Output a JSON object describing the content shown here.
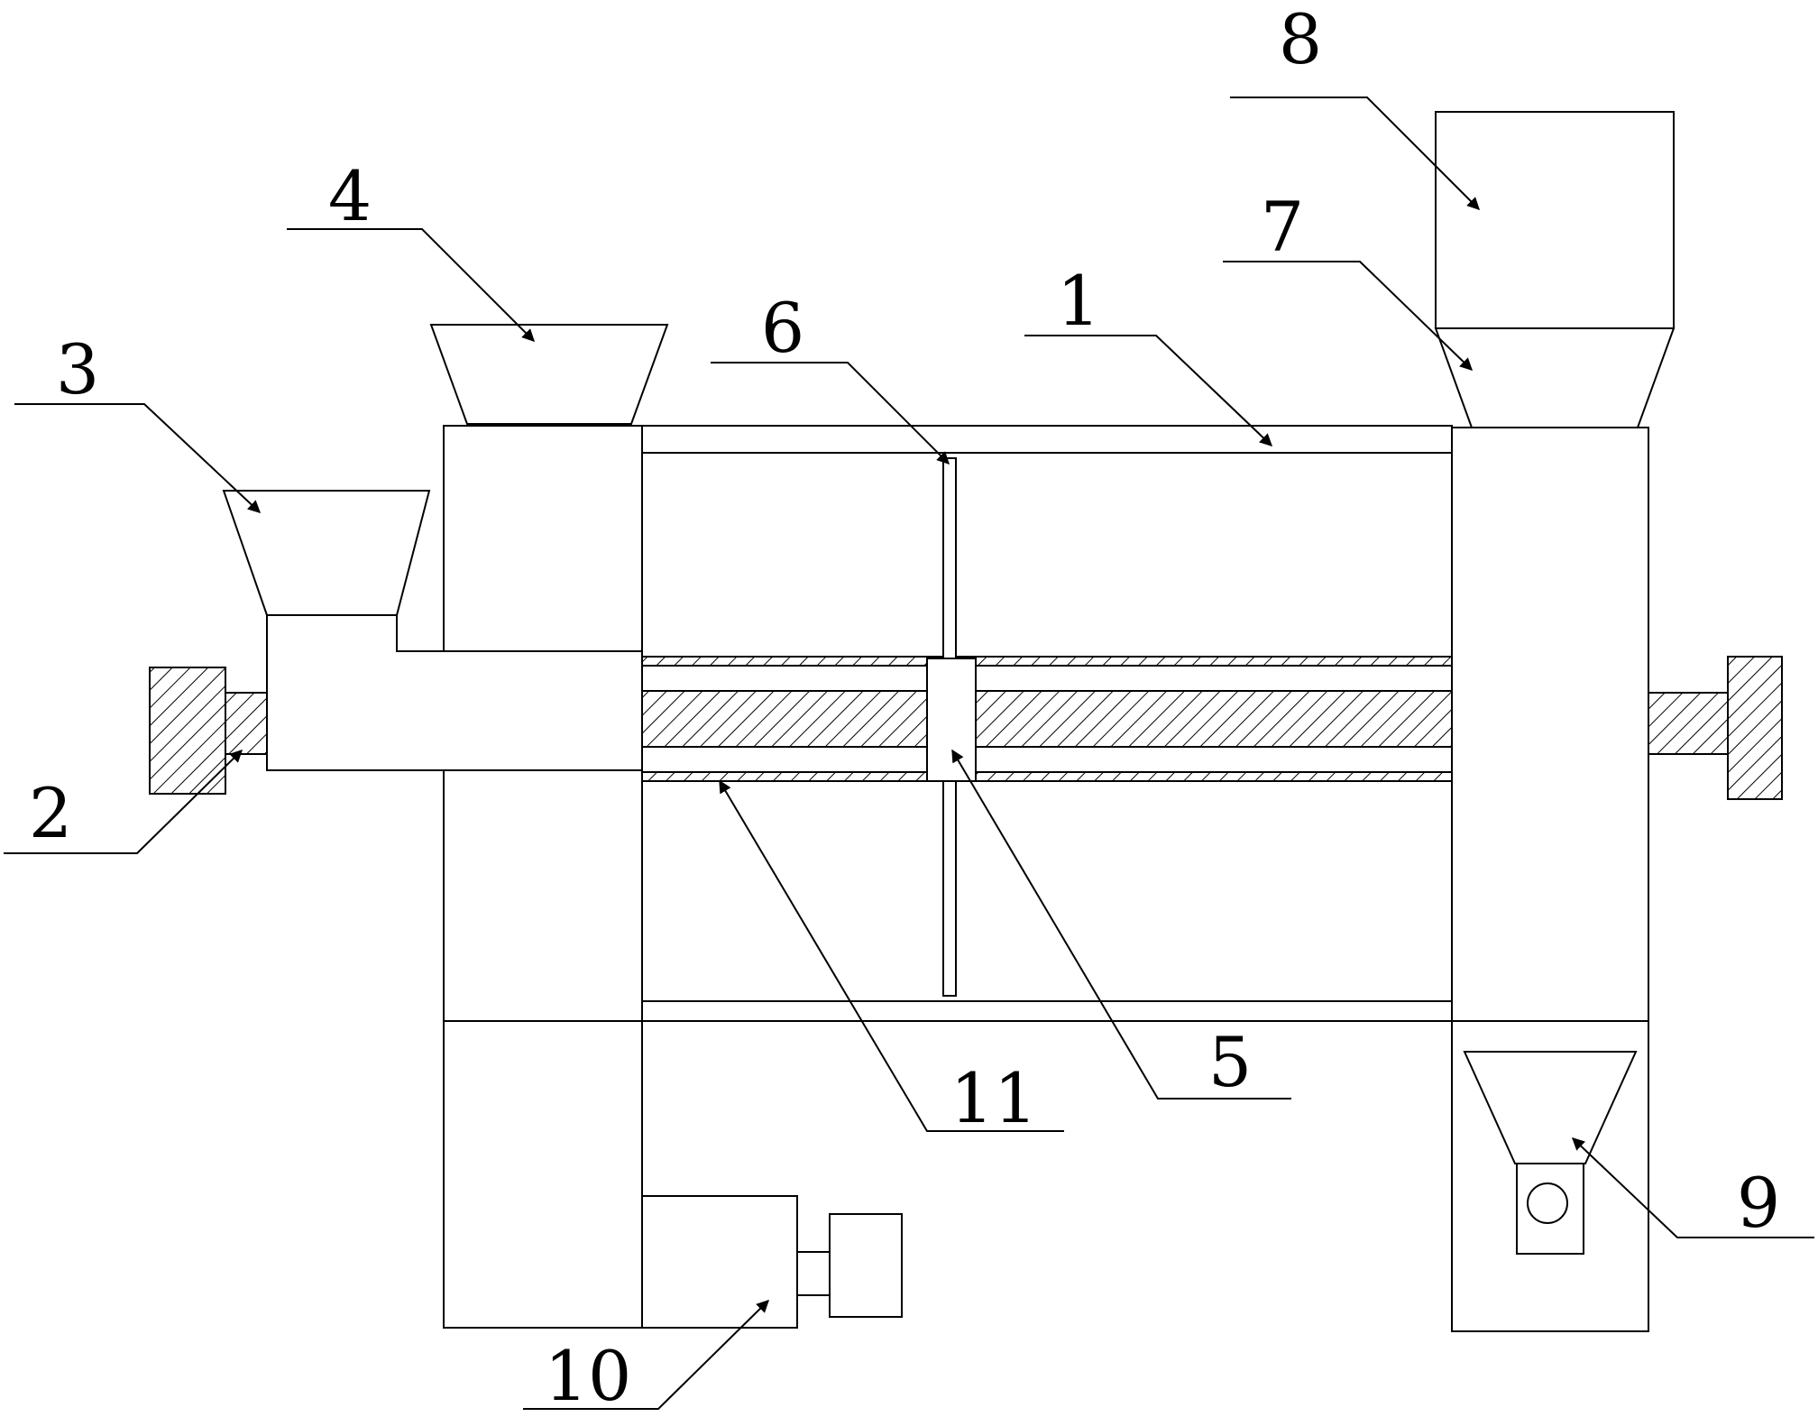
{
  "diagram": {
    "labels": [
      {
        "id": "label-1",
        "text": "1"
      },
      {
        "id": "label-2",
        "text": "2"
      },
      {
        "id": "label-3",
        "text": "3"
      },
      {
        "id": "label-4",
        "text": "4"
      },
      {
        "id": "label-5",
        "text": "5"
      },
      {
        "id": "label-6",
        "text": "6"
      },
      {
        "id": "label-7",
        "text": "7"
      },
      {
        "id": "label-8",
        "text": "8"
      },
      {
        "id": "label-9",
        "text": "9"
      },
      {
        "id": "label-10",
        "text": "10"
      },
      {
        "id": "label-11",
        "text": "11"
      }
    ]
  }
}
